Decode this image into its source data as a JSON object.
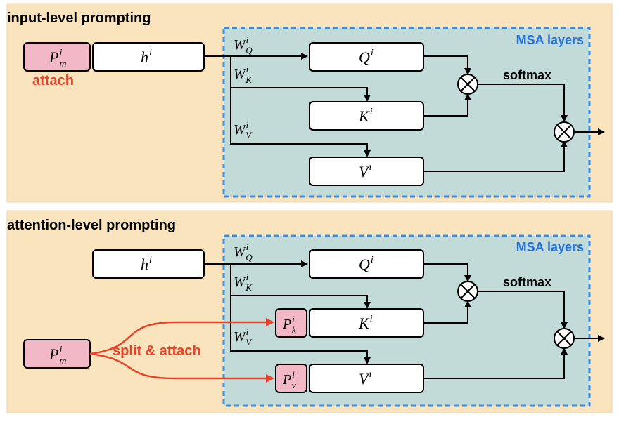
{
  "panels": [
    {
      "title": "input-level prompting",
      "msa_label": "MSA layers",
      "softmax": "softmax",
      "prompt_action": "attach",
      "P_m": {
        "main": "P",
        "sup": "i",
        "sub": "m"
      },
      "h": {
        "main": "h",
        "sup": "i"
      },
      "WQ": {
        "main": "W",
        "sup": "i",
        "sub": "Q"
      },
      "WK": {
        "main": "W",
        "sup": "i",
        "sub": "K"
      },
      "WV": {
        "main": "W",
        "sup": "i",
        "sub": "V"
      },
      "Q": {
        "main": "Q",
        "sup": "i"
      },
      "K": {
        "main": "K",
        "sup": "i"
      },
      "V": {
        "main": "V",
        "sup": "i"
      },
      "otimes": "⊗"
    },
    {
      "title": "attention-level prompting",
      "msa_label": "MSA layers",
      "softmax": "softmax",
      "prompt_action": "split & attach",
      "P_m": {
        "main": "P",
        "sup": "i",
        "sub": "m"
      },
      "P_k": {
        "main": "P",
        "sup": "i",
        "sub": "k"
      },
      "P_v": {
        "main": "P",
        "sup": "i",
        "sub": "v"
      },
      "h": {
        "main": "h",
        "sup": "i"
      },
      "WQ": {
        "main": "W",
        "sup": "i",
        "sub": "Q"
      },
      "WK": {
        "main": "W",
        "sup": "i",
        "sub": "K"
      },
      "WV": {
        "main": "W",
        "sup": "i",
        "sub": "V"
      },
      "Q": {
        "main": "Q",
        "sup": "i"
      },
      "K": {
        "main": "K",
        "sup": "i"
      },
      "V": {
        "main": "V",
        "sup": "i"
      },
      "otimes": "⊗"
    }
  ],
  "colors": {
    "panel_bg": "#f9e4bd",
    "msa_bg": "#c2dbd9",
    "msa_border": "#3a8ee6",
    "prompt_fill": "#f2b8c6",
    "accent_red": "#e8432a",
    "msa_text": "#1f6fe0"
  }
}
